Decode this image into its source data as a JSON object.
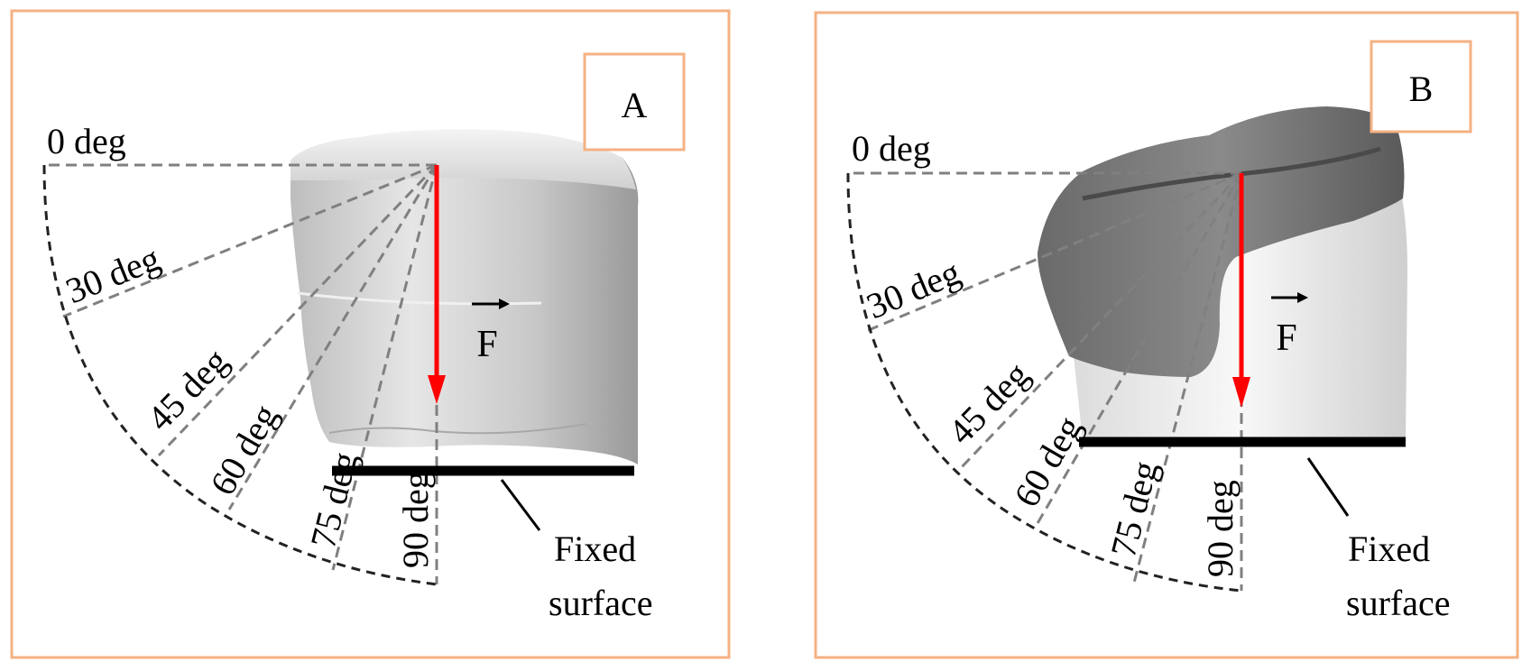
{
  "colors": {
    "frame": "#f4b183",
    "force": "#ff0000",
    "dashed_angle": "#808080",
    "arc": "#222222",
    "base": "#000000"
  },
  "panels": [
    {
      "id": "A",
      "label": "A",
      "force_label": "F",
      "fixed_label_line1": "Fixed",
      "fixed_label_line2": "surface",
      "angles": [
        {
          "deg": 0,
          "label": "0 deg"
        },
        {
          "deg": 30,
          "label": "30 deg"
        },
        {
          "deg": 45,
          "label": "45 deg"
        },
        {
          "deg": 60,
          "label": "60 deg"
        },
        {
          "deg": 75,
          "label": "75 deg"
        },
        {
          "deg": 90,
          "label": "90 deg"
        }
      ]
    },
    {
      "id": "B",
      "label": "B",
      "force_label": "F",
      "fixed_label_line1": "Fixed",
      "fixed_label_line2": "surface",
      "angles": [
        {
          "deg": 0,
          "label": "0 deg"
        },
        {
          "deg": 30,
          "label": "30 deg"
        },
        {
          "deg": 45,
          "label": "45 deg"
        },
        {
          "deg": 60,
          "label": "60 deg"
        },
        {
          "deg": 75,
          "label": "75 deg"
        },
        {
          "deg": 90,
          "label": "90 deg"
        }
      ]
    }
  ]
}
